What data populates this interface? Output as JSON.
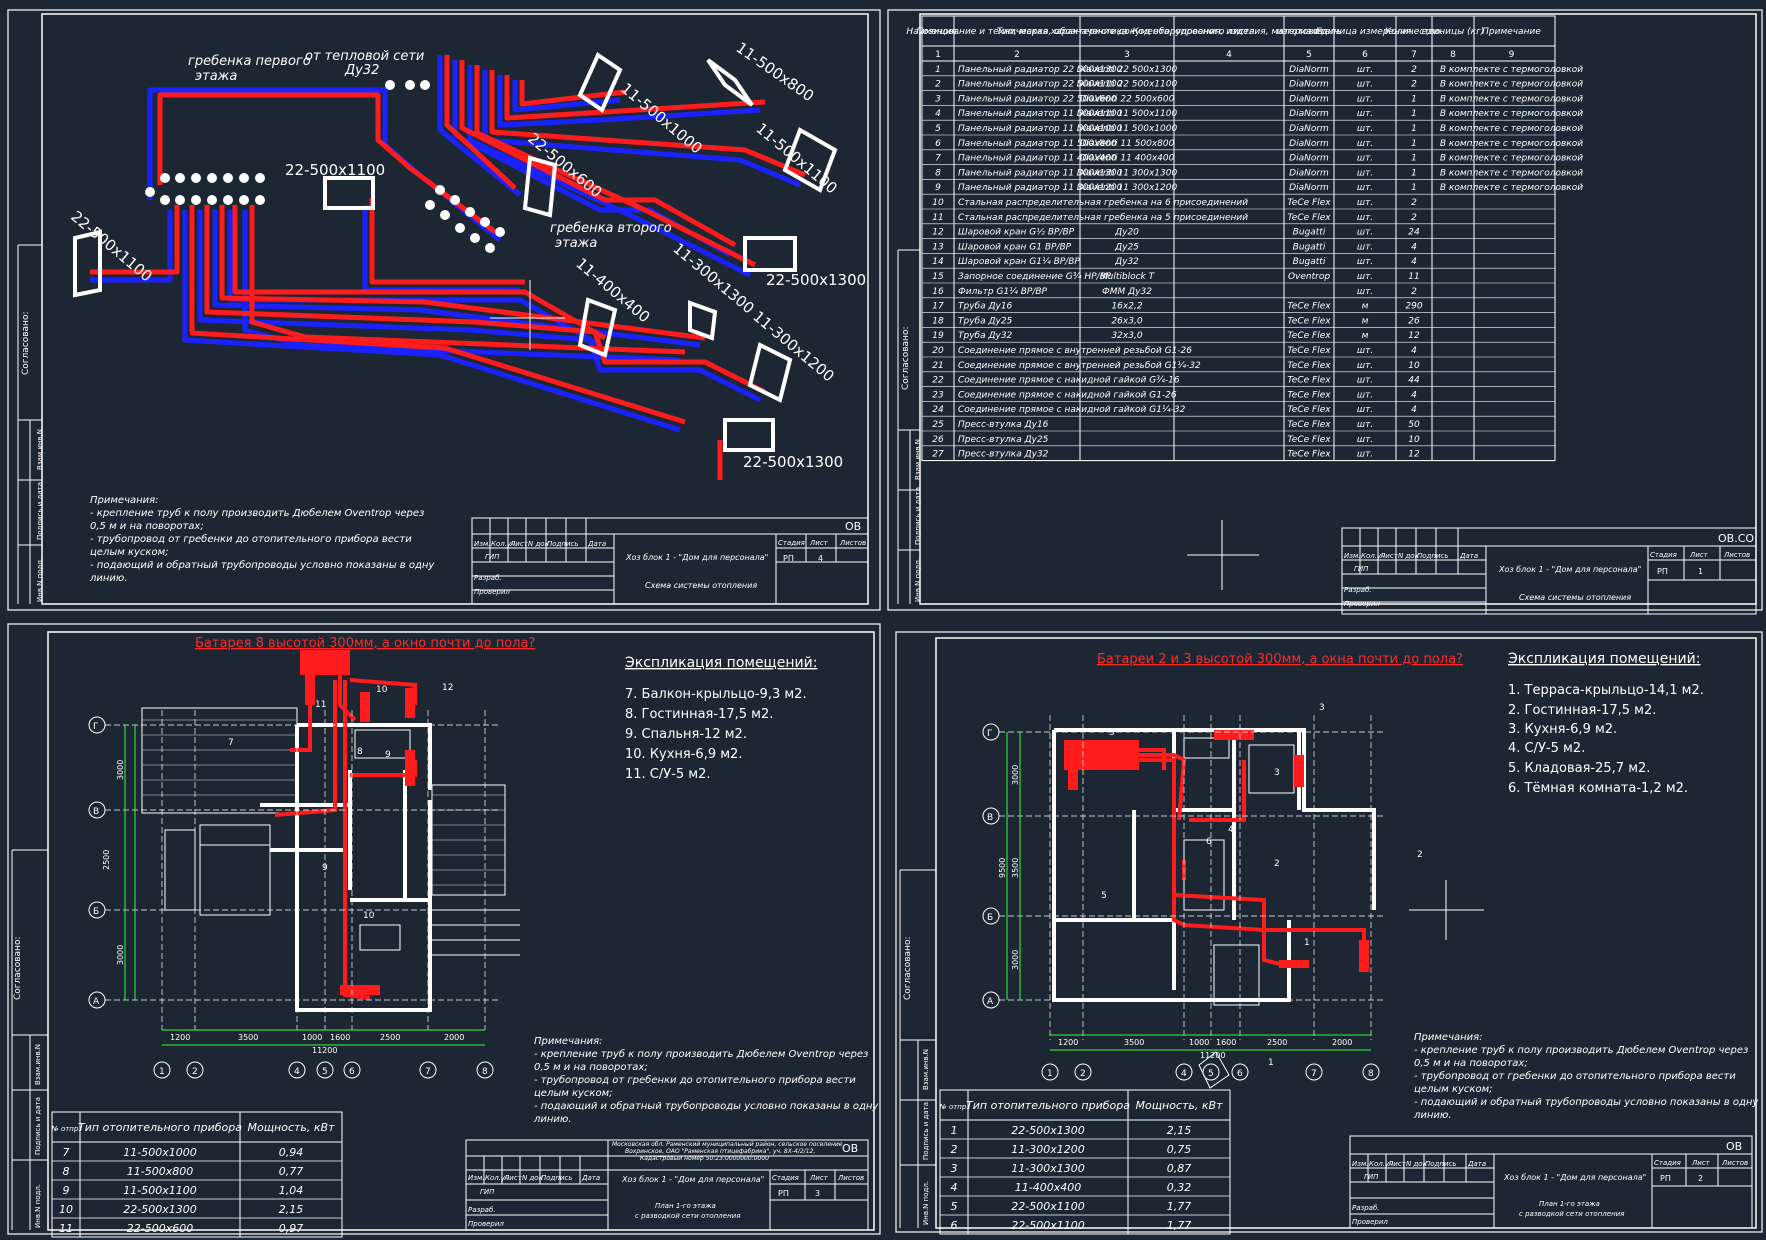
{
  "colors": {
    "background": "#1d2733",
    "line": "#ffffff",
    "supply": "#ff1c1c",
    "return": "#1a23ff",
    "dimension": "#33ff33"
  },
  "sheet_scheme": {
    "radiator_labels": [
      "11-500x800",
      "11-500x1000",
      "11-500x1100",
      "22-500x600",
      "22-500x1100",
      "22-500x1100",
      "11-400x400",
      "11-300x1300",
      "11-300x1200",
      "22-500x1300",
      "22-500x1300"
    ],
    "labels": {
      "manifold_first": "гребенка первого",
      "manifold_first_2": "этажа",
      "heat_net": "от тепловой сети",
      "heat_net_dn": "Ду32",
      "manifold_second": "гребенка второго",
      "manifold_second_2": "этажа"
    },
    "notes": [
      "Примечания:",
      "- крепление труб к полу производить Дюбелем Oventrop через",
      "0,5 м и на поворотах;",
      "- трубопровод от гребенки до отопительного прибора вести",
      "целым куском;",
      "- подающий и обратный трубопроводы условно показаны в одну",
      "линию."
    ],
    "stamp": {
      "code": "ОВ",
      "project": "Хоз блок 1 - \"Дом для персонала\"",
      "title": "Схема системы отопления",
      "stage": "РП",
      "sheet": "4"
    },
    "side": {
      "agreed": "Согласовано:",
      "inv": "Инв.N подл.",
      "sign": "Подпись и дата",
      "replace": "Взам.инв.N"
    }
  },
  "stamp_headers": [
    "Изм.",
    "Кол.уч",
    "Лист",
    "N док",
    "Подпись",
    "Дата"
  ],
  "stamp_side": {
    "stage_h": "Стадия",
    "sheet_h": "Лист",
    "sheets_h": "Листов",
    "gip": "ГИП",
    "dev": "Разраб.",
    "check": "Проверил"
  },
  "sheet_spec": {
    "headers": [
      "Позиция.",
      "Наименование и техническая характеристика",
      "Тип, марка, обозначение документа, опросного листа.",
      "Код оборудования, изделия, материала.",
      "изготовитель",
      "Единица измерения.",
      "Количество.",
      "единицы (кг)",
      "Примечание"
    ],
    "col_numbers": [
      "1",
      "2",
      "3",
      "4",
      "5",
      "6",
      "7",
      "8",
      "9"
    ],
    "rows": [
      [
        "1",
        "Панельный радиатор 22 500х1300",
        "DiaVenti 22 500х1300",
        "",
        "DiaNorm",
        "шт.",
        "2",
        "",
        "В комплекте с термоголовкой"
      ],
      [
        "2",
        "Панельный радиатор 22 500х1100",
        "DiaVenti 22 500х1100",
        "",
        "DiaNorm",
        "шт.",
        "2",
        "",
        "В комплекте с термоголовкой"
      ],
      [
        "3",
        "Панельный радиатор 22 500х600",
        "DiaVenti 22 500х600",
        "",
        "DiaNorm",
        "шт.",
        "1",
        "",
        "В комплекте с термоголовкой"
      ],
      [
        "4",
        "Панельный радиатор 11 500х1100",
        "DiaVenti 11 500х1100",
        "",
        "DiaNorm",
        "шт.",
        "1",
        "",
        "В комплекте с термоголовкой"
      ],
      [
        "5",
        "Панельный радиатор 11 500х1000",
        "DiaVenti 11 500х1000",
        "",
        "DiaNorm",
        "шт.",
        "1",
        "",
        "В комплекте с термоголовкой"
      ],
      [
        "6",
        "Панельный радиатор 11 500х800",
        "DiaVenti 11 500х800",
        "",
        "DiaNorm",
        "шт.",
        "1",
        "",
        "В комплекте с термоголовкой"
      ],
      [
        "7",
        "Панельный радиатор 11 400х400",
        "DiaVenti 11 400х400",
        "",
        "DiaNorm",
        "шт.",
        "1",
        "",
        "В комплекте с термоголовкой"
      ],
      [
        "8",
        "Панельный радиатор 11 300х1300",
        "DiaVenti 11 300х1300",
        "",
        "DiaNorm",
        "шт.",
        "1",
        "",
        "В комплекте с термоголовкой"
      ],
      [
        "9",
        "Панельный радиатор 11 300х1200",
        "DiaVenti 11 300х1200",
        "",
        "DiaNorm",
        "шт.",
        "1",
        "",
        "В комплекте с термоголовкой"
      ],
      [
        "10",
        "Стальная распределительная гребенка на 6 присоединений",
        "",
        "",
        "TeCe Flex",
        "шт.",
        "2",
        "",
        ""
      ],
      [
        "11",
        "Стальная распределительная гребенка на 5 присоединений",
        "",
        "",
        "TeCe Flex",
        "шт.",
        "2",
        "",
        ""
      ],
      [
        "12",
        "Шаровой кран G½ ВР/ВР",
        "Ду20",
        "",
        "Bugatti",
        "шт.",
        "24",
        "",
        ""
      ],
      [
        "13",
        "Шаровой кран G1 ВР/ВР",
        "Ду25",
        "",
        "Bugatti",
        "шт.",
        "4",
        "",
        ""
      ],
      [
        "14",
        "Шаровой кран G1¼ ВР/ВР",
        "Ду32",
        "",
        "Bugatti",
        "шт.",
        "4",
        "",
        ""
      ],
      [
        "15",
        "Запорное соединение G¾ НР/ВР",
        "Multiblock T",
        "",
        "Oventrop",
        "шт.",
        "11",
        "",
        ""
      ],
      [
        "16",
        "Фильтр G1¼ ВР/ВР",
        "ФММ Ду32",
        "",
        "",
        "шт.",
        "2",
        "",
        ""
      ],
      [
        "17",
        "Труба Ду16",
        "16х2,2",
        "",
        "TeCe Flex",
        "м",
        "290",
        "",
        ""
      ],
      [
        "18",
        "Труба Ду25",
        "26х3,0",
        "",
        "TeCe Flex",
        "м",
        "26",
        "",
        ""
      ],
      [
        "19",
        "Труба Ду32",
        "32х3,0",
        "",
        "TeCe Flex",
        "м",
        "12",
        "",
        ""
      ],
      [
        "20",
        "Соединение прямое с внутренней резьбой G1-26",
        "",
        "",
        "TeCe Flex",
        "шт.",
        "4",
        "",
        ""
      ],
      [
        "21",
        "Соединение прямое с внутренней резьбой G1¼-32",
        "",
        "",
        "TeCe Flex",
        "шт.",
        "10",
        "",
        ""
      ],
      [
        "22",
        "Соединение прямое с накидной гайкой G¾-16",
        "",
        "",
        "TeCe Flex",
        "шт.",
        "44",
        "",
        ""
      ],
      [
        "23",
        "Соединение прямое с накидной гайкой G1-26",
        "",
        "",
        "TeCe Flex",
        "шт.",
        "4",
        "",
        ""
      ],
      [
        "24",
        "Соединение прямое с накидной гайкой G1¼-32",
        "",
        "",
        "TeCe Flex",
        "шт.",
        "4",
        "",
        ""
      ],
      [
        "25",
        "Пресс-втулка Ду16",
        "",
        "",
        "TeCe Flex",
        "шт.",
        "50",
        "",
        ""
      ],
      [
        "26",
        "Пресс-втулка Ду25",
        "",
        "",
        "TeCe Flex",
        "шт.",
        "10",
        "",
        ""
      ],
      [
        "27",
        "Пресс-втулка Ду32",
        "",
        "",
        "TeCe Flex",
        "шт.",
        "12",
        "",
        ""
      ]
    ],
    "stamp": {
      "code": "ОВ.СО",
      "project": "Хоз блок 1 - \"Дом для персонала\"",
      "title": "Схема системы отопления",
      "stage": "РП",
      "sheet": "1"
    }
  },
  "sheet_floor1": {
    "title_red": "Батарея 8 высотой 300мм, а окно почти до пола?",
    "explication_title": "Экспликация помещений:",
    "explication": [
      "7.   Балкон-крыльцо-9,3 м2.",
      "8.   Гостинная-17,5 м2.",
      "9.   Спальня-12 м2.",
      "10.   Кухня-6,9 м2.",
      "11.   С/У-5 м2."
    ],
    "axes_letters": [
      "Г",
      "В",
      "Б",
      "А"
    ],
    "axes_numbers": [
      "1",
      "2",
      "4",
      "5",
      "6",
      "7",
      "8"
    ],
    "dims_bottom": [
      "1200",
      "3500",
      "1000",
      "1600",
      "2500",
      "2000"
    ],
    "dim_total": "11200",
    "dims_left": [
      "3000",
      "2500",
      "3000"
    ],
    "table_headers": [
      "№ отпр.",
      "Тип отопительного прибора",
      "Мощность, кВт"
    ],
    "table_rows": [
      [
        "7",
        "11-500х1000",
        "0,94"
      ],
      [
        "8",
        "11-500х800",
        "0,77"
      ],
      [
        "9",
        "11-500х1100",
        "1,04"
      ],
      [
        "10",
        "22-500х1300",
        "2,15"
      ],
      [
        "11",
        "22-500х600",
        "0,97"
      ]
    ],
    "notes": [
      "Примечания:",
      "- крепление труб к полу производить Дюбелем Oventrop через",
      "0,5 м и на поворотах;",
      "- трубопровод от гребенки до отопительного прибора вести",
      "целым куском;",
      "- подающий и обратный трубопроводы условно показаны в одну",
      "линию."
    ],
    "address": [
      "Московская обл. Раменский муниципальный район, сельское поселение",
      "Вохринское, ОАО \"Раменская птицефабрика\", уч. 8Х-4/2/12,",
      "Кадастровый номер 50:23:0000000:0000"
    ],
    "stamp": {
      "code": "ОВ",
      "project": "Хоз блок 1 - \"Дом для персонала\"",
      "title": "План 1-го этажа",
      "title2": "с разводкой сети отопления",
      "stage": "РП",
      "sheet": "3"
    }
  },
  "sheet_floor2": {
    "title_red": "Батареи 2 и 3 высотой 300мм, а окна почти до пола?",
    "explication_title": "Экспликация помещений:",
    "explication": [
      "1.   Терраса-крыльцо-14,1 м2.",
      "2.   Гостинная-17,5 м2.",
      "3.   Кухня-6,9 м2.",
      "4.   С/У-5 м2.",
      "5.   Кладовая-25,7 м2.",
      "6.   Тёмная комната-1,2 м2."
    ],
    "axes_letters": [
      "Г",
      "В",
      "Б",
      "А"
    ],
    "axes_numbers": [
      "1",
      "2",
      "4",
      "5",
      "6",
      "7",
      "8"
    ],
    "dims_bottom": [
      "1200",
      "3500",
      "1000",
      "1600",
      "2500",
      "2000"
    ],
    "dim_total": "11200",
    "dims_left": [
      "3000",
      "3500",
      "3000"
    ],
    "dim_left_total": "9500",
    "table_headers": [
      "№ отпр.",
      "Тип отопительного прибора",
      "Мощность, кВт"
    ],
    "table_rows": [
      [
        "1",
        "22-500х1300",
        "2,15"
      ],
      [
        "2",
        "11-300х1200",
        "0,75"
      ],
      [
        "3",
        "11-300х1300",
        "0,87"
      ],
      [
        "4",
        "11-400х400",
        "0,32"
      ],
      [
        "5",
        "22-500х1100",
        "1,77"
      ],
      [
        "6",
        "22-500х1100",
        "1,77"
      ]
    ],
    "notes": [
      "Примечания:",
      "- крепление труб к полу производить Дюбелем Oventrop через",
      "0,5 м и на поворотах;",
      "- трубопровод от гребенки до отопительного прибора вести",
      "целым куском;",
      "- подающий и обратный трубопроводы условно показаны в одну",
      "линию."
    ],
    "stamp": {
      "code": "ОВ",
      "project": "Хоз блок 1 - \"Дом для персонала\"",
      "title": "План 1-го этажа",
      "title2": "с разводкой сети отопления",
      "stage": "РП",
      "sheet": "2"
    }
  }
}
